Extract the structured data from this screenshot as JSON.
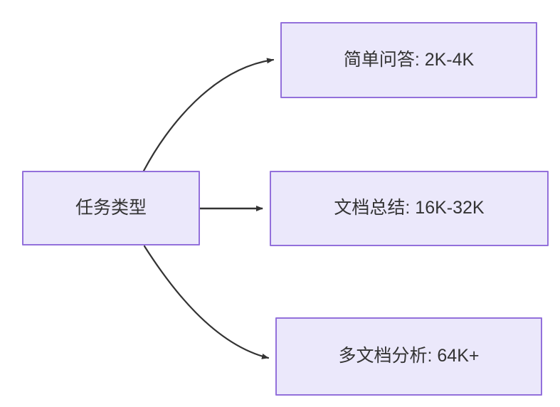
{
  "diagram": {
    "type": "flowchart",
    "direction": "left-to-right",
    "background_color": "#ffffff",
    "node_fill_color": "#ebe8fb",
    "node_border_color": "#9370db",
    "node_text_color": "#333333",
    "edge_color": "#333333",
    "root": {
      "id": "root",
      "label": "任务类型"
    },
    "branches": [
      {
        "id": "simple-qa",
        "label": "简单问答: 2K-4K",
        "edge_style": "curved"
      },
      {
        "id": "doc-summary",
        "label": "文档总结: 16K-32K",
        "edge_style": "straight"
      },
      {
        "id": "multi-doc",
        "label": "多文档分析: 64K+",
        "edge_style": "curved"
      }
    ]
  }
}
